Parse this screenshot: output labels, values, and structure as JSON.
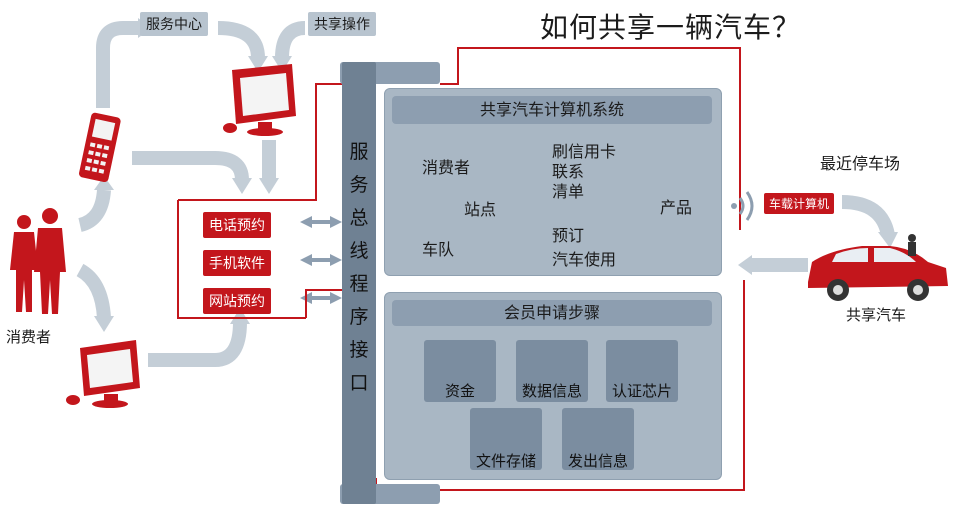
{
  "title": "如何共享一辆汽车？",
  "top_labels": {
    "service_center": "服务中心",
    "share_ops": "共享操作"
  },
  "consumer_label": "消费者",
  "channels": {
    "phone": "电话预约",
    "app": "手机软件",
    "web": "网站预约"
  },
  "bus_label": "服务总线程序接口",
  "computer_system": {
    "title": "共享汽车计算机系统",
    "consumer": "消费者",
    "fleet": "车队",
    "station": "站点",
    "credit_card": "刷信用卡",
    "contact": "联系",
    "bill": "清单",
    "reserve": "预订",
    "car_use": "汽车使用",
    "product": "产品"
  },
  "membership": {
    "title": "会员申请步骤",
    "funds": "资金",
    "data_info": "数据信息",
    "auth_chip": "认证芯片",
    "file_storage": "文件存储",
    "send_info": "发出信息"
  },
  "right_side": {
    "nearest_parking": "最近停车场",
    "onboard_computer": "车载计算机",
    "shared_car": "共享汽车"
  },
  "colors": {
    "accent_red": "#c3161c",
    "panel_blue": "#a9b7c4",
    "bus_blue": "#6f8193",
    "arrow_blue": "#c4ced7"
  }
}
